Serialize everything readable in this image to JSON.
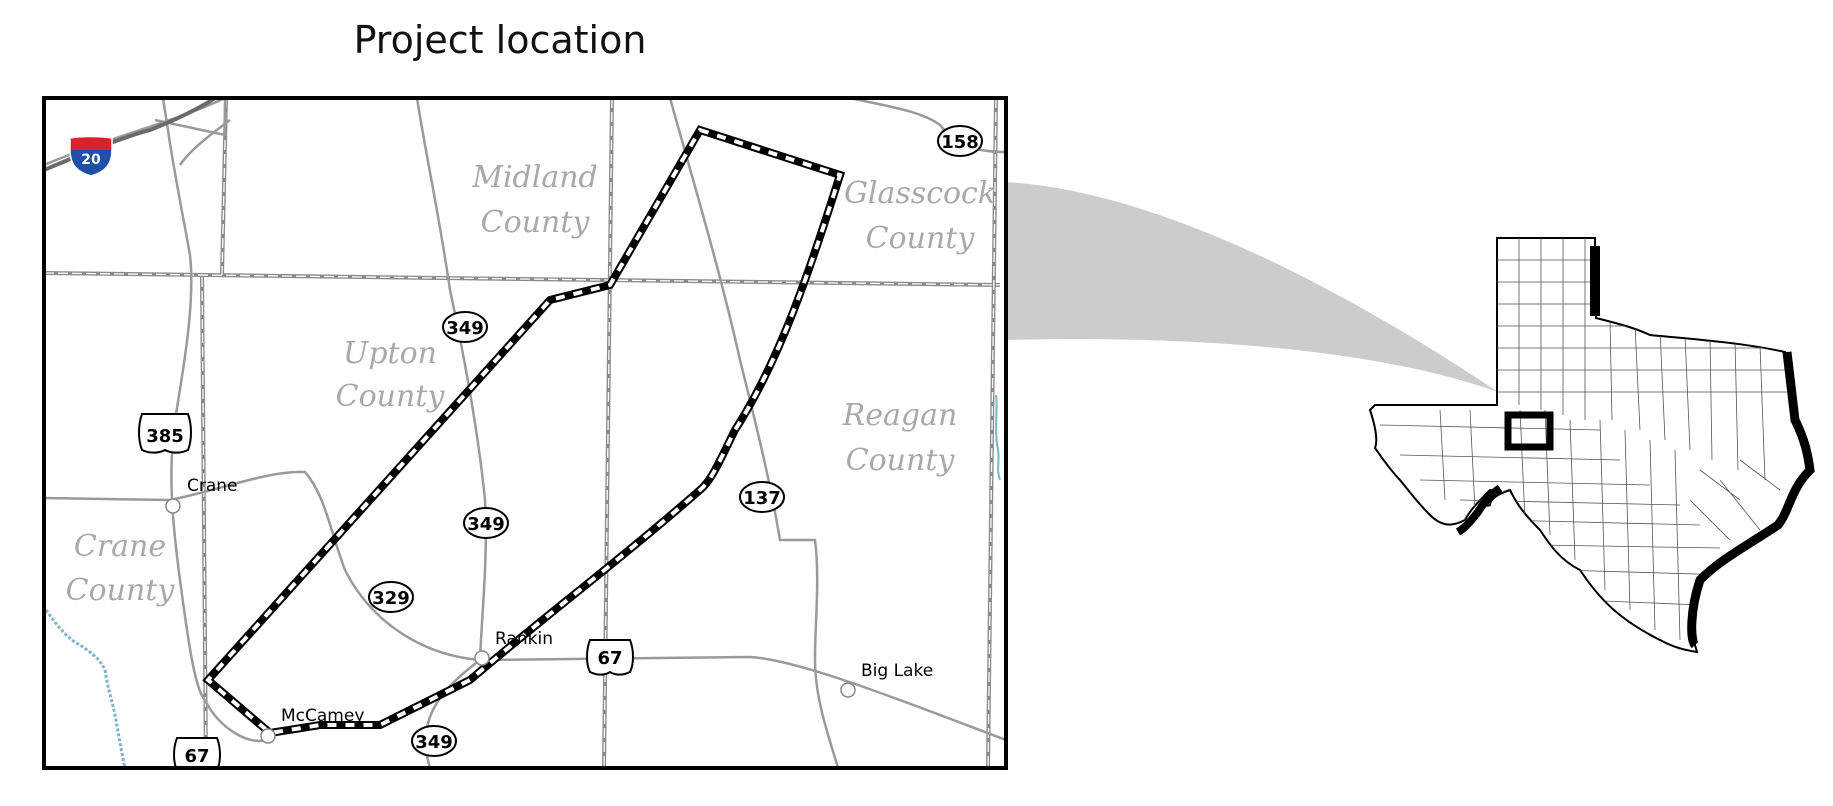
{
  "title": "Project location",
  "counties": [
    {
      "name": "Midland",
      "suffix": "County"
    },
    {
      "name": "Glasscock",
      "suffix": "County"
    },
    {
      "name": "Upton",
      "suffix": "County"
    },
    {
      "name": "Reagan",
      "suffix": "County"
    },
    {
      "name": "Crane",
      "suffix": "County"
    }
  ],
  "towns": [
    "Crane",
    "Rankin",
    "McCamey",
    "Big Lake"
  ],
  "routes": {
    "interstate": "20",
    "us_385": "385",
    "us_67_a": "67",
    "us_67_b": "67",
    "sh_158": "158",
    "sh_349_a": "349",
    "sh_349_b": "349",
    "sh_349_c": "349",
    "sh_329": "329",
    "sh_137": "137"
  },
  "colors": {
    "road": "#9a9a9a",
    "county_label": "#a9a9a9",
    "callout": "#cccccc",
    "river": "#7fb3c8",
    "interstate_red": "#d9232a",
    "interstate_blue": "#1f4fa8"
  }
}
